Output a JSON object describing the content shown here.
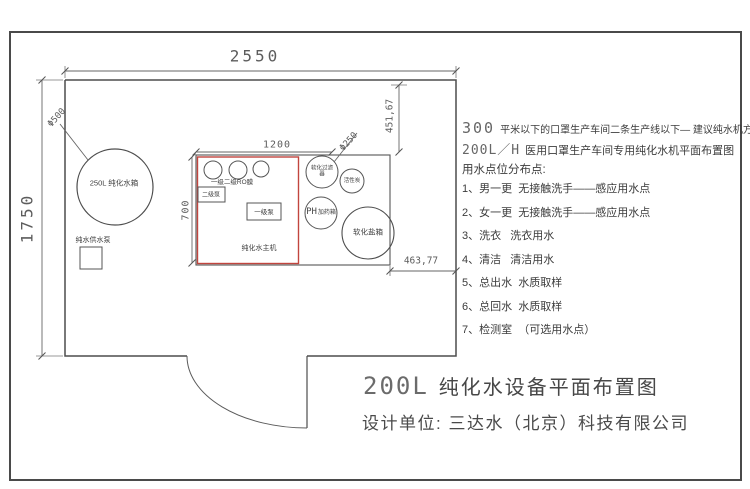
{
  "dimensions": {
    "overall_width": "2550",
    "overall_height": "1750",
    "equipment_width": "1200",
    "equipment_height": "700",
    "offset_vertical": "451,67",
    "offset_horizontal": "463,77",
    "tank_diameter": "Φ500",
    "filter_diameter": "Φ250"
  },
  "equipment": {
    "water_tank": "250L 纯化水箱",
    "supply_pump": "纯水供水泵",
    "ro_membranes": "一级二级RO膜",
    "stage2_pump": "二级泵",
    "stage1_pump": "一级泵",
    "main_unit": "纯化水主机",
    "softening_filter": "软化过滤器",
    "carbon_filter": "活性炭",
    "ph_dosing_en": "PH",
    "ph_dosing_cn": "加药箱",
    "salt_tank": "软化盐箱"
  },
  "notes": {
    "line1_figure": "300",
    "line1_text": "平米以下的口罩生产车间二条生产线以下— 建议纯水机方案",
    "line2_figure": "200L／H",
    "line2_text": "医用口罩生产车间专用纯化水机平面布置图",
    "points_heading": "用水点位分布点:",
    "points": [
      "1、男一更  无接触洗手——感应用水点",
      "2、女一更  无接触洗手——感应用水点",
      "3、洗衣   洗衣用水",
      "4、清洁   清洁用水",
      "5、总出水  水质取样",
      "6、总回水  水质取样",
      "7、检测室  （可选用水点）"
    ]
  },
  "title_block": {
    "figure": "200L",
    "title": "纯化水设备平面布置图",
    "designer": "设计单位: 三达水（北京）科技有限公司"
  },
  "colors": {
    "line": "#4d4d4d",
    "dim": "#666666",
    "highlight": "#c2453e",
    "text": "#3f3f3f"
  }
}
